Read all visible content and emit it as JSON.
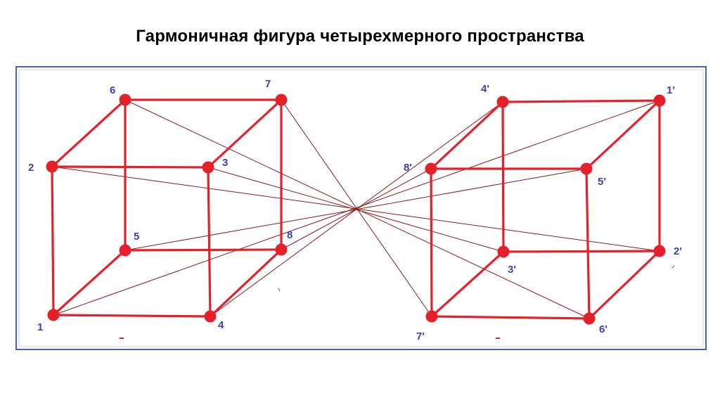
{
  "title": "Гармоничная фигура четырехмерного пространства",
  "colors": {
    "frame": "#4a5fb8",
    "edge": "#e4202a",
    "diagonal": "#8b1a1a",
    "vertex": "#e4202a",
    "label": "#3a40b8"
  },
  "left_cube": {
    "vertices": [
      {
        "id": "v1",
        "label": "1"
      },
      {
        "id": "v2",
        "label": "2"
      },
      {
        "id": "v3",
        "label": "3"
      },
      {
        "id": "v4",
        "label": "4"
      },
      {
        "id": "v5",
        "label": "5"
      },
      {
        "id": "v6",
        "label": "6"
      },
      {
        "id": "v7",
        "label": "7"
      },
      {
        "id": "v8",
        "label": "8"
      }
    ]
  },
  "right_cube": {
    "vertices": [
      {
        "id": "w1",
        "label": "1'"
      },
      {
        "id": "w2",
        "label": "2'"
      },
      {
        "id": "w3",
        "label": "3'"
      },
      {
        "id": "w4",
        "label": "4'"
      },
      {
        "id": "w5",
        "label": "5'"
      },
      {
        "id": "w6",
        "label": "6'"
      },
      {
        "id": "w7",
        "label": "7'"
      },
      {
        "id": "w8",
        "label": "8'"
      }
    ]
  }
}
